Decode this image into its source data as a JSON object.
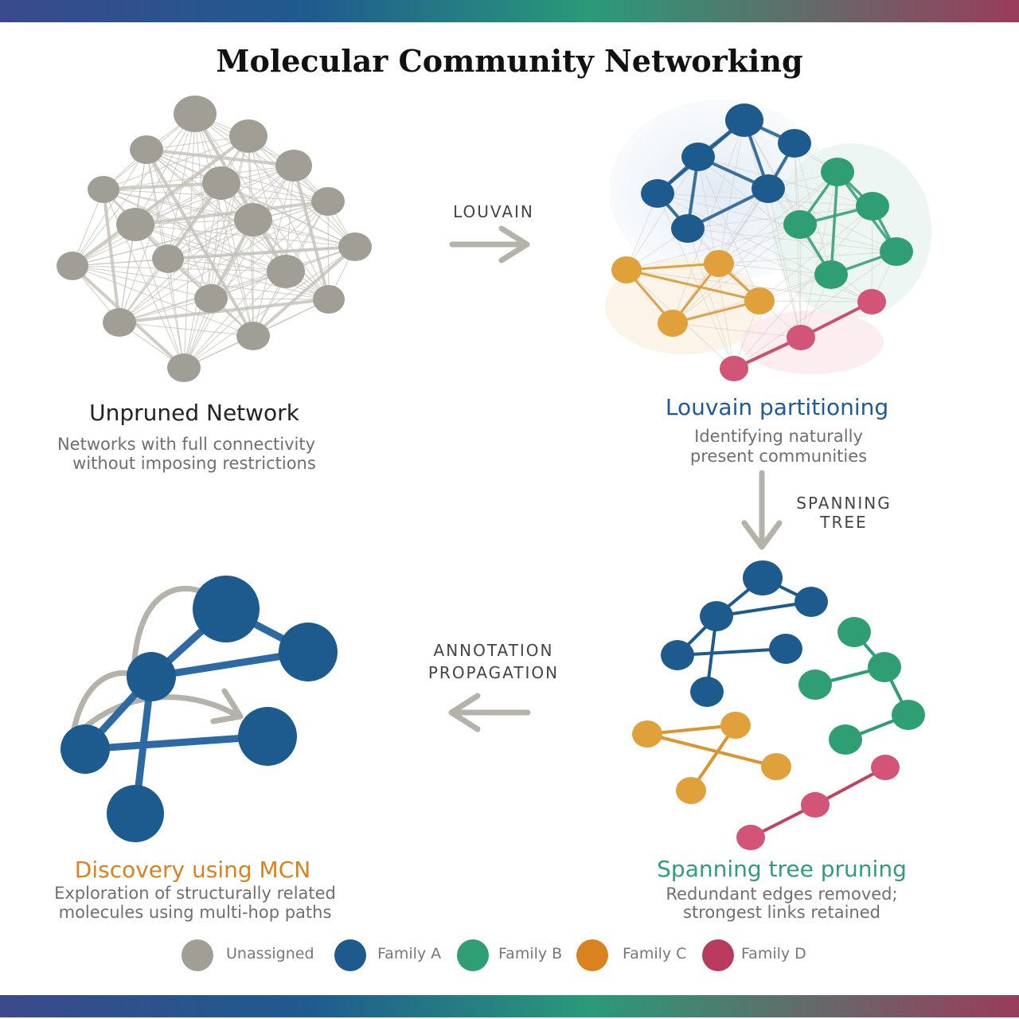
{
  "title": "Molecular Community Networking",
  "colors": {
    "unassigned": "#a19e96",
    "family_a": "#1d5a8e",
    "family_b": "#2f9e73",
    "family_c": "#e0a03a",
    "family_d": "#d25577",
    "arrow": "#b5b2aa",
    "heading_dark": "#222222",
    "heading_louvain": "#1d5a9a",
    "heading_spanning": "#2f9e73",
    "heading_discovery": "#d9821f"
  },
  "panels": {
    "unpruned": {
      "heading": "Unpruned Network",
      "desc_line1": "Networks with full connectivity",
      "desc_line2": "without imposing restrictions"
    },
    "louvain": {
      "heading": "Louvain partitioning",
      "desc_line1": "Identifying naturally",
      "desc_line2": "present communities"
    },
    "spanning": {
      "heading": "Spanning tree pruning",
      "desc_line1": "Redundant edges removed;",
      "desc_line2": "strongest links retained"
    },
    "discovery": {
      "heading": "Discovery using MCN",
      "desc_line1": "Exploration of structurally related",
      "desc_line2": "molecules using multi-hop paths"
    }
  },
  "steps": {
    "louvain": "LOUVAIN",
    "spanning_line1": "SPANNING",
    "spanning_line2": "TREE",
    "annotation_line1": "ANNOTATION",
    "annotation_line2": "PROPAGATION"
  },
  "legend": [
    {
      "label": "Unassigned",
      "color": "#a19e96"
    },
    {
      "label": "Family A",
      "color": "#1d5a8e"
    },
    {
      "label": "Family B",
      "color": "#2f9e73"
    },
    {
      "label": "Family C",
      "color": "#d9821f"
    },
    {
      "label": "Family D",
      "color": "#b83a5c"
    }
  ]
}
